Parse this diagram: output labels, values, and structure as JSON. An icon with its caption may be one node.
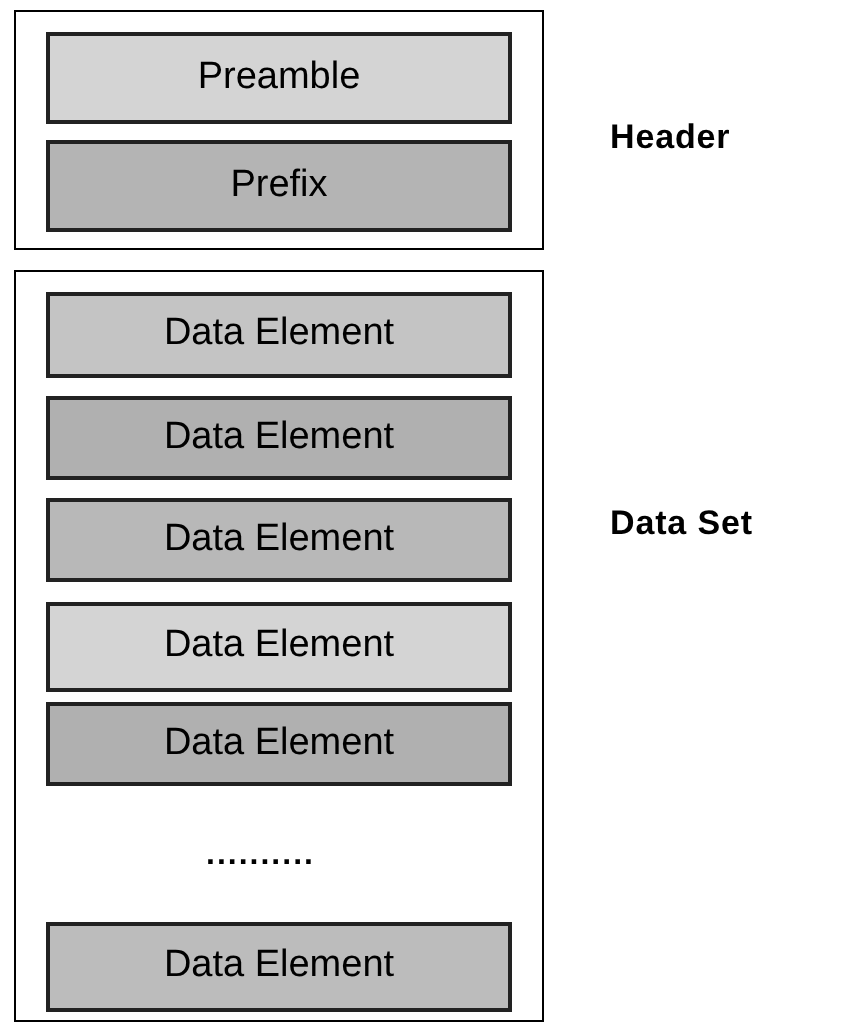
{
  "diagram": {
    "nodes": [
      {
        "text": [
          "Header"
        ]
      },
      {
        "text": [
          "Preamble"
        ],
        "in": 0
      },
      {
        "text": [
          "Prefix"
        ],
        "in": 0
      },
      {
        "text": [
          "Data Set"
        ]
      },
      {
        "text": [
          "Data Element"
        ],
        "in": 3
      },
      {
        "text": [
          "Data Element"
        ],
        "in": 3
      },
      {
        "text": [
          "Data Element"
        ],
        "in": 3
      },
      {
        "text": [
          "Data Element"
        ],
        "in": 3
      },
      {
        "text": [
          "Data Element"
        ],
        "in": 3
      },
      {
        "text": [
          "Data Element"
        ],
        "in": 3
      }
    ],
    "labels": [
      ".........."
    ]
  }
}
